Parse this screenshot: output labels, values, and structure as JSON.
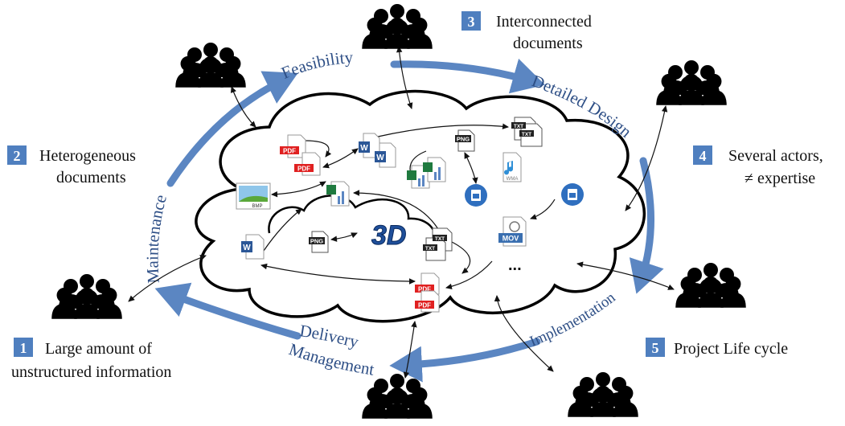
{
  "callouts": [
    {
      "number": "1",
      "lines": [
        "Large amount of",
        "unstructured information"
      ]
    },
    {
      "number": "2",
      "lines": [
        "Heterogeneous",
        "documents"
      ]
    },
    {
      "number": "3",
      "lines": [
        "Interconnected",
        "documents"
      ]
    },
    {
      "number": "4",
      "lines": [
        "Several actors,",
        "≠ expertise"
      ]
    },
    {
      "number": "5",
      "lines": [
        "Project Life cycle"
      ]
    }
  ],
  "lifecycle": {
    "feasibility": "Feasibility",
    "detailed_design": "Detailed Design",
    "implementation": "Implementation",
    "delivery": "Delivery",
    "management": "Management",
    "maintenance": "Maintenance"
  },
  "docs": {
    "pdf": "PDF",
    "txt": "TXT",
    "png": "PNG",
    "wma": "WMA",
    "mov": "MOV",
    "bmp": "BMP",
    "three_d": "3D",
    "word": "W",
    "ellipsis": "..."
  },
  "colors": {
    "badge": "#4f7fbf",
    "arrow": "#5b86c2",
    "label": "#2e4f86",
    "pdf": "#e02020",
    "word": "#2b5797",
    "excel": "#1f7a3f",
    "image": "#2f6fbf",
    "mov": "#3a6fb0"
  }
}
